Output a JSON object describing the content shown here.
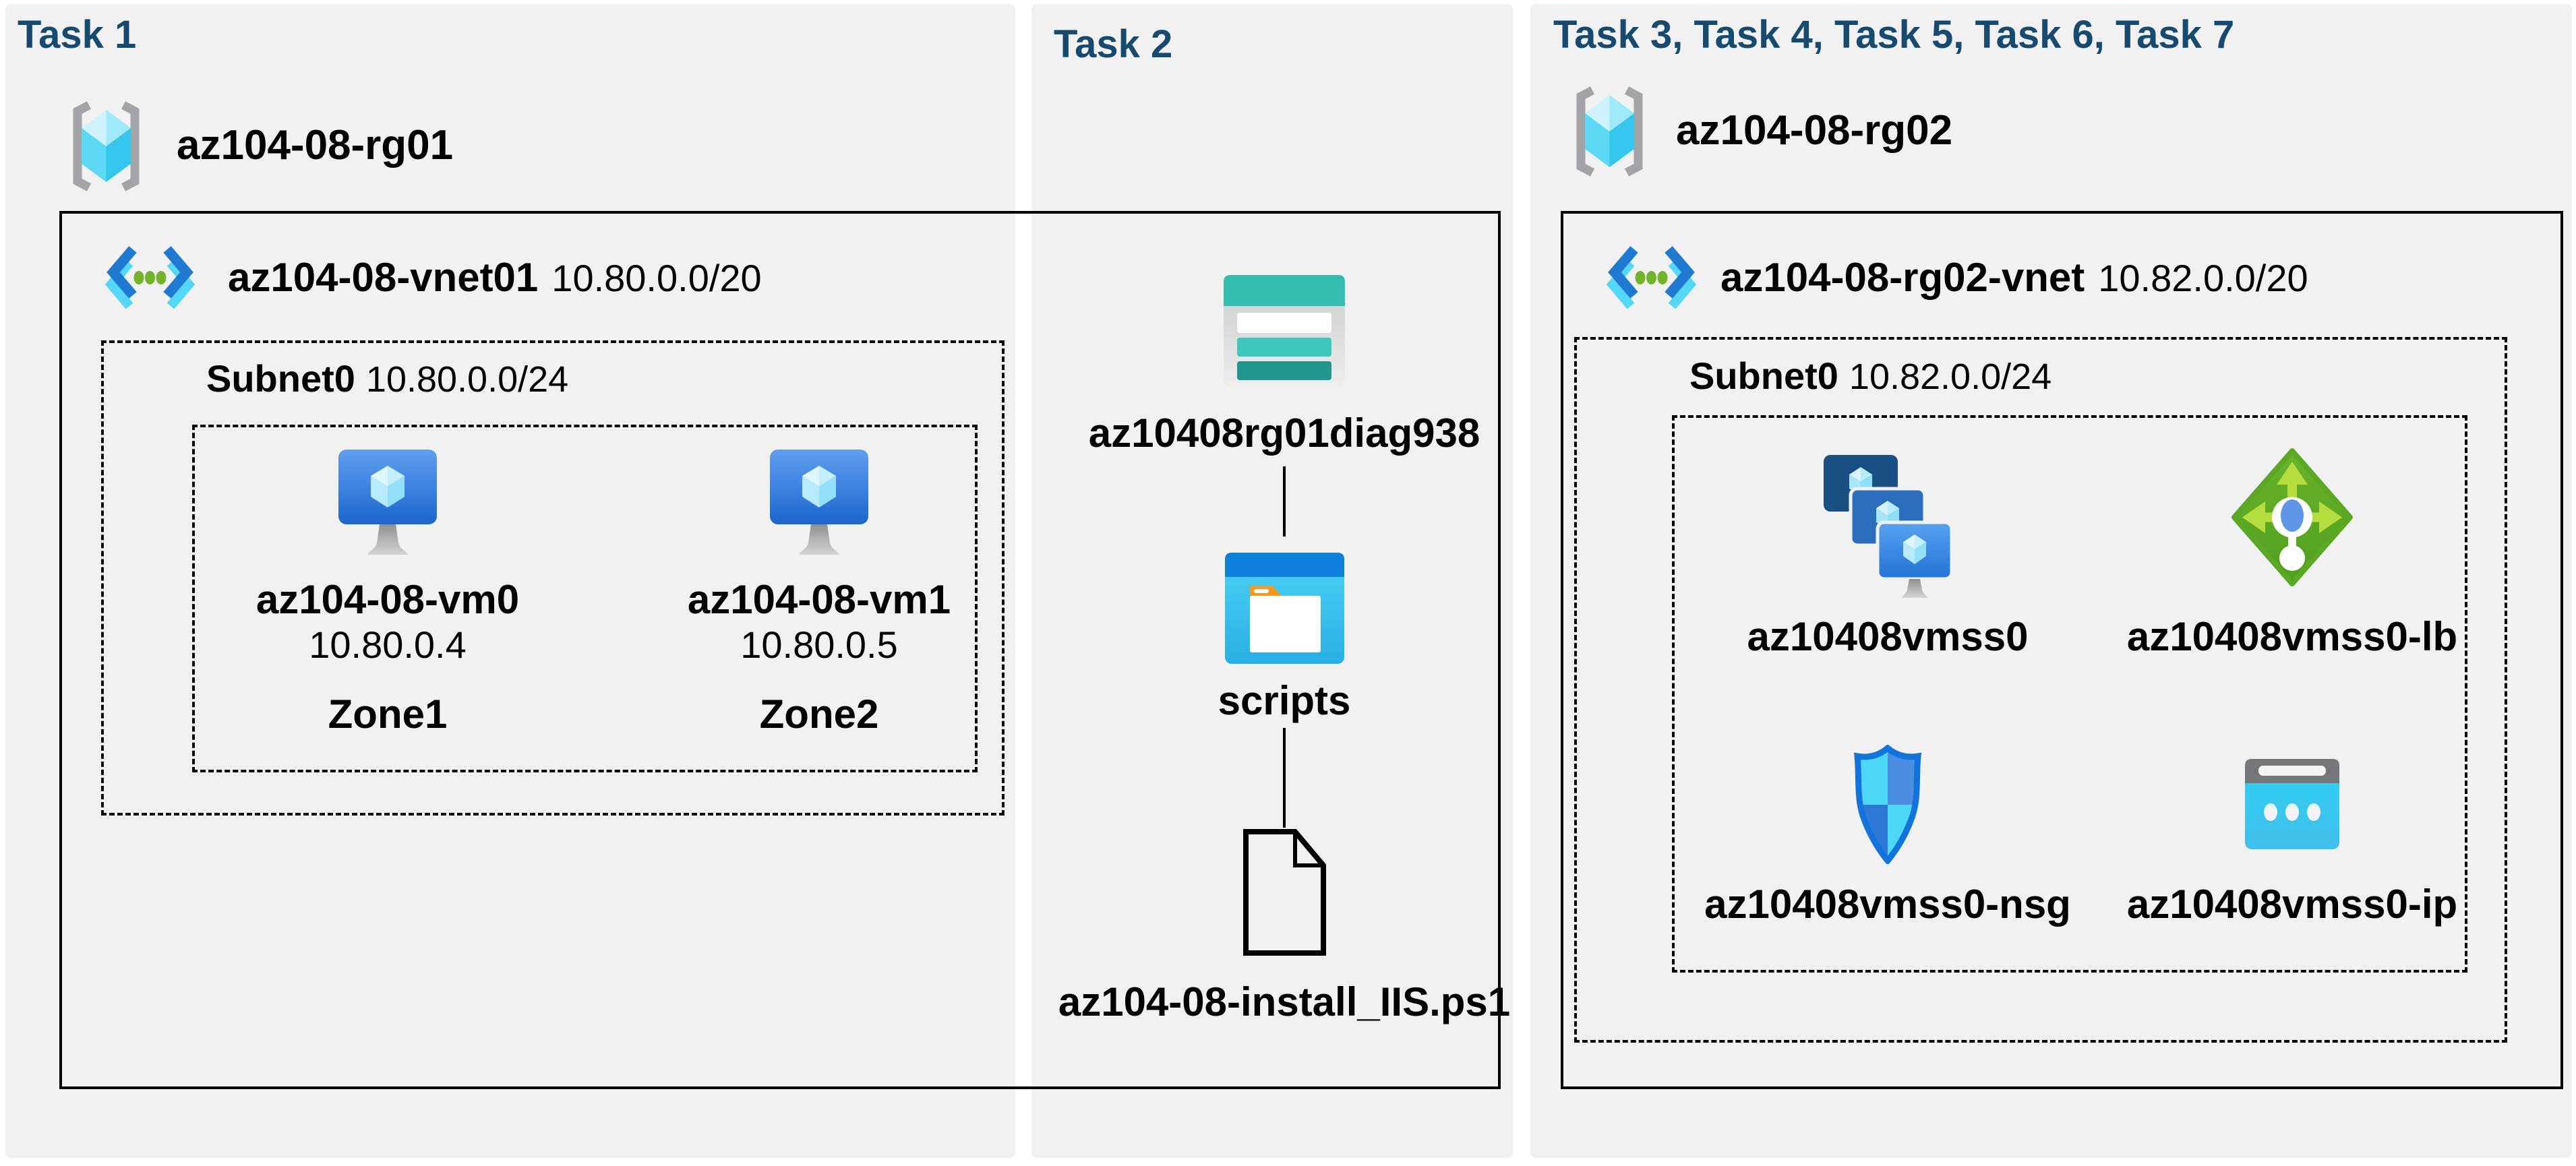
{
  "colors": {
    "header_text": "#164a6e",
    "panel_background": "#f1f1f2",
    "border_black": "#000000",
    "vm_blue": "#2273d5",
    "vnet_blue": "#1f7ad2",
    "vnet_cyan": "#55d7f8",
    "vnet_green": "#72b52c",
    "storage_teal": "#35bdb2",
    "container_blue": "#0d80da",
    "folder_orange": "#f8981d",
    "lb_green": "#68b32a",
    "nsg_blue": "#1273dd",
    "ip_cyan": "#2fd3f4"
  },
  "panel1": {
    "header": "Task 1",
    "rg": {
      "name": "az104-08-rg01",
      "icon": "resource-group-icon"
    },
    "vnet": {
      "name": "az104-08-vnet01",
      "cidr": "10.80.0.0/20",
      "icon": "vnet-icon"
    },
    "subnet": {
      "name": "Subnet0",
      "cidr": "10.80.0.0/24"
    },
    "vms": [
      {
        "name": "az104-08-vm0",
        "ip": "10.80.0.4",
        "zone": "Zone1",
        "icon": "vm-icon"
      },
      {
        "name": "az104-08-vm1",
        "ip": "10.80.0.5",
        "zone": "Zone2",
        "icon": "vm-icon"
      }
    ]
  },
  "panel2": {
    "header": "Task 2",
    "storage_account": {
      "name": "az10408rg01diag938",
      "icon": "storage-account-icon"
    },
    "container": {
      "name": "scripts",
      "icon": "blob-container-icon"
    },
    "script_file": {
      "name": "az104-08-install_IIS.ps1",
      "icon": "file-icon"
    }
  },
  "panel3": {
    "header": "Task 3, Task 4, Task 5, Task 6, Task 7",
    "rg": {
      "name": "az104-08-rg02",
      "icon": "resource-group-icon"
    },
    "vnet": {
      "name": "az104-08-rg02-vnet",
      "cidr": "10.82.0.0/20",
      "icon": "vnet-icon"
    },
    "subnet": {
      "name": "Subnet0",
      "cidr": "10.82.0.0/24"
    },
    "resources": [
      {
        "name": "az10408vmss0",
        "icon": "vmss-icon"
      },
      {
        "name": "az10408vmss0-lb",
        "icon": "load-balancer-icon"
      },
      {
        "name": "az10408vmss0-nsg",
        "icon": "nsg-icon"
      },
      {
        "name": "az10408vmss0-ip",
        "icon": "public-ip-icon"
      }
    ]
  }
}
